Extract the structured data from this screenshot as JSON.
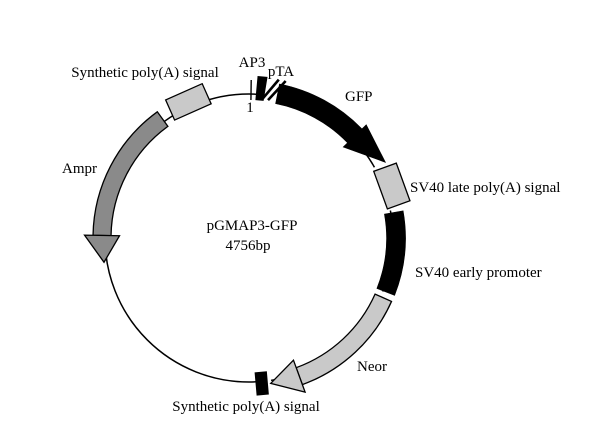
{
  "diagram": {
    "type": "plasmid-map",
    "title": "pGMAP3-GFP",
    "size_label": "4756bp",
    "position_tick": {
      "label": "1"
    },
    "background": "#ffffff",
    "colors": {
      "black": "#000000",
      "dark_gray": "#8a8a8a",
      "light_gray": "#c9c9c9",
      "outline": "#000000",
      "text": "#000000"
    },
    "features": [
      {
        "id": "ap3",
        "label": "AP3",
        "kind": "site-box",
        "color": "black"
      },
      {
        "id": "pta",
        "label": "pTA",
        "kind": "break-marks",
        "color": "black"
      },
      {
        "id": "gfp",
        "label": "GFP",
        "kind": "gene-arrow",
        "direction": "clockwise",
        "color": "black"
      },
      {
        "id": "sv40-late-polya",
        "label": "SV40 late poly(A) signal",
        "kind": "segment-box",
        "color": "light_gray"
      },
      {
        "id": "sv40-early-promoter",
        "label": "SV40 early promoter",
        "kind": "segment-arc",
        "color": "black"
      },
      {
        "id": "neor",
        "label": "Neor",
        "kind": "gene-arrow",
        "direction": "clockwise",
        "color": "light_gray"
      },
      {
        "id": "synthetic-polya-bottom",
        "label": "Synthetic poly(A) signal",
        "kind": "site-box",
        "color": "black"
      },
      {
        "id": "ampr",
        "label": "Ampr",
        "kind": "gene-arrow",
        "direction": "counterclockwise",
        "color": "dark_gray"
      },
      {
        "id": "synthetic-polya-top",
        "label": "Synthetic poly(A) signal",
        "kind": "segment-box",
        "color": "light_gray"
      }
    ]
  }
}
